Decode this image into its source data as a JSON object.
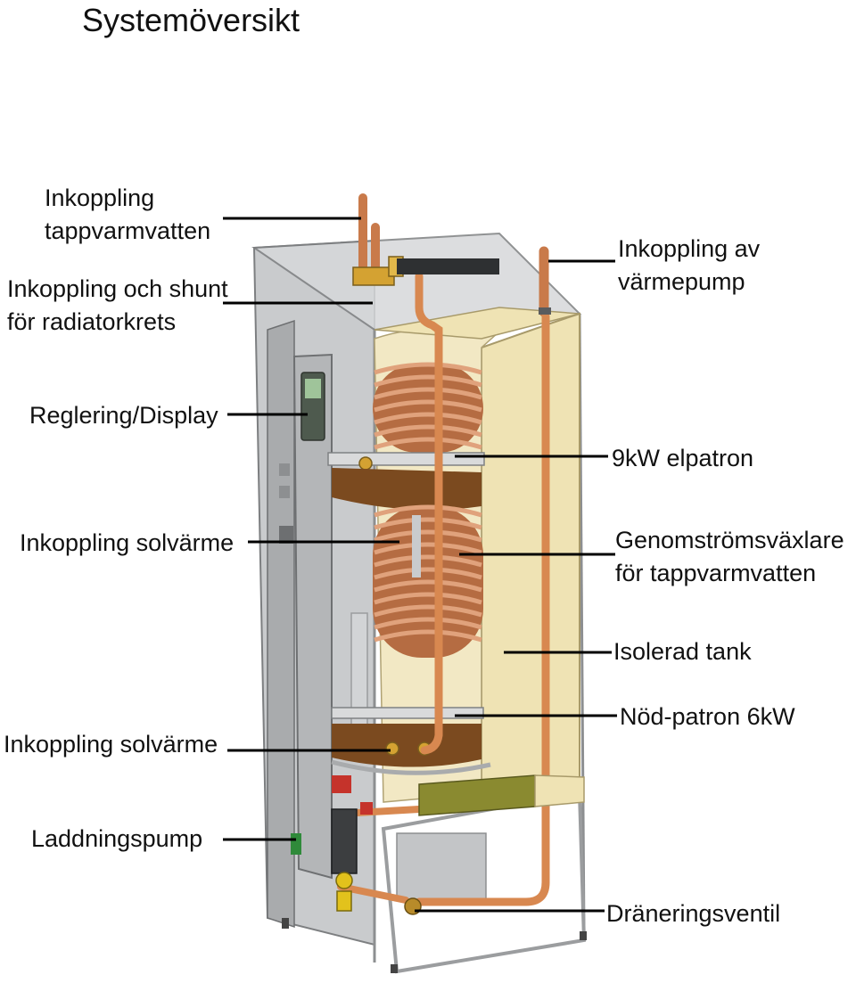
{
  "title": "Systemöversikt",
  "labels": {
    "tappvarmvatten_in": [
      "Inkoppling",
      "tappvarmvatten"
    ],
    "shunt_radiator": [
      "Inkoppling och shunt",
      "för radiatorkrets"
    ],
    "reglering": [
      "Reglering/Display"
    ],
    "solvarme_upper": [
      "Inkoppling solvärme"
    ],
    "solvarme_lower": [
      "Inkoppling solvärme"
    ],
    "laddningspump": [
      "Laddningspump"
    ],
    "varmepump": [
      "Inkoppling av",
      "värmepump"
    ],
    "elpatron": [
      "9kW elpatron"
    ],
    "genomstromsvaxlare": [
      "Genomströmsväxlare",
      "för tappvarmvatten"
    ],
    "isolerad_tank": [
      "Isolerad tank"
    ],
    "nodpatron": [
      "Nöd-patron 6kW"
    ],
    "draneringsventil": [
      "Dräneringsventil"
    ]
  },
  "colors": {
    "frame": "#b9bbbd",
    "copper": "#c97a4a",
    "copper_dark": "#8a4a26",
    "insulation": "#efe3b4",
    "tank_brown": "#7b4a1f",
    "leader": "#000000"
  }
}
